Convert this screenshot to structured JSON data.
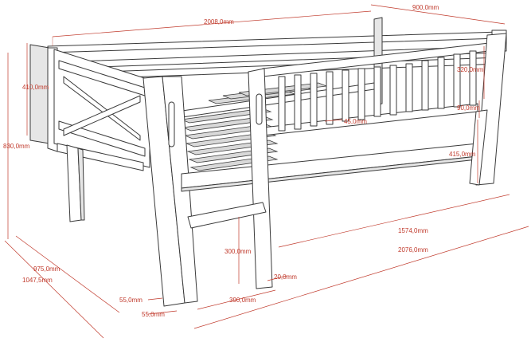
{
  "dimensions": {
    "overall_length": "2008,0mm",
    "overall_width": "900,0mm",
    "headboard_height": "410,0mm",
    "total_height": "830,0mm",
    "rail_height": "320,0mm",
    "rail_gap": "90,0mm",
    "clearance_height": "415,0mm",
    "bar_spacing": "45,0mm",
    "mattress_length": "1574,0mm",
    "outer_length": "2076,0mm",
    "inner_width": "975,0mm",
    "outer_width": "1047,5mm",
    "ladder_step_height": "300,0mm",
    "ladder_gap": "20,0mm",
    "ladder_width": "390,0mm",
    "post_width_a": "55,0mm",
    "post_width_b": "55,0mm"
  },
  "colors": {
    "dimension": "#c0392b",
    "outline": "#3a3a3a",
    "shade": "#d9d9d9"
  }
}
